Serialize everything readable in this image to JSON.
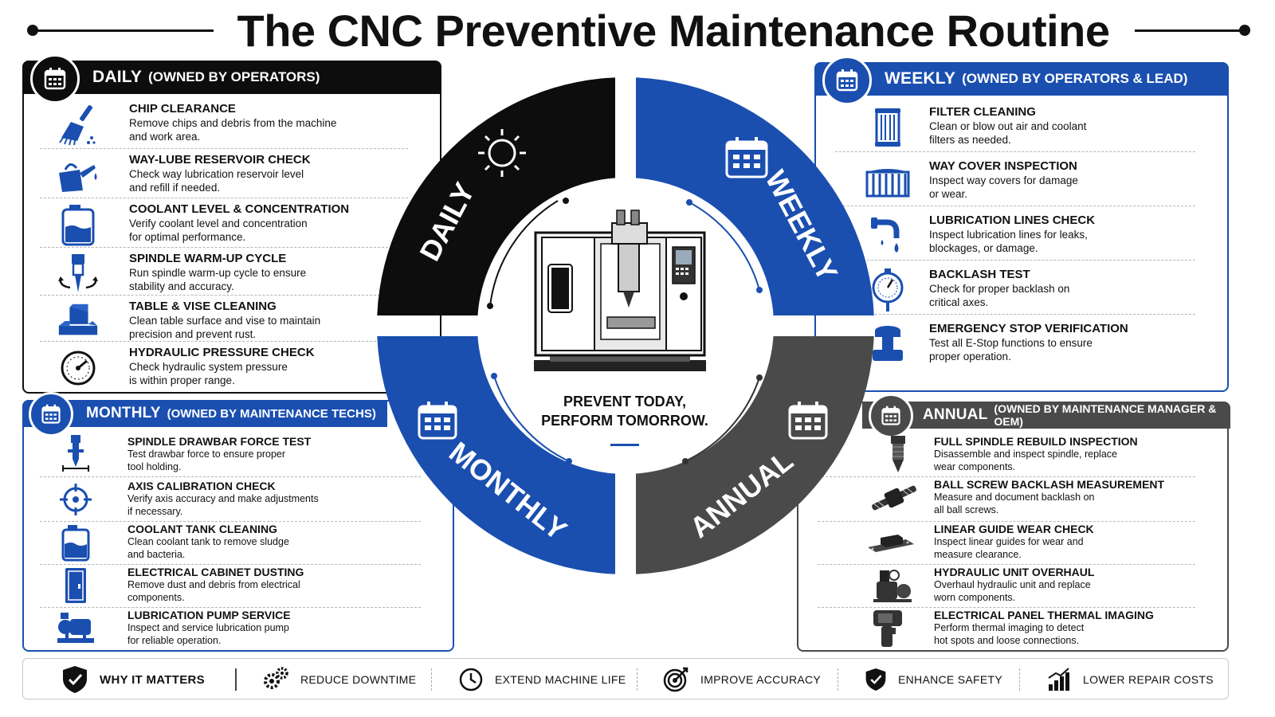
{
  "title": "The CNC Preventive Maintenance Routine",
  "center": {
    "slogan_line1": "PREVENT TODAY,",
    "slogan_line2": "PERFORM TOMORROW.",
    "segments": [
      "DAILY",
      "WEEKLY",
      "MONTHLY",
      "ANNUAL"
    ]
  },
  "colors": {
    "black": "#0d0d0d",
    "blue": "#1a4fb0",
    "gray": "#4a4a4a"
  },
  "daily": {
    "label": "DAILY",
    "owner": "(OWNED BY OPERATORS)",
    "icon": "calendar-icon",
    "items": [
      {
        "title": "CHIP CLEARANCE",
        "line1": "Remove chips and debris from the machine",
        "line2": "and work area.",
        "icon": "brush-icon"
      },
      {
        "title": "WAY-LUBE RESERVOIR CHECK",
        "line1": "Check way lubrication reservoir level",
        "line2": "and refill if needed.",
        "icon": "oil-can-icon"
      },
      {
        "title": "COOLANT LEVEL & CONCENTRATION",
        "line1": "Verify coolant level and concentration",
        "line2": "for optimal performance.",
        "icon": "coolant-jug-icon"
      },
      {
        "title": "SPINDLE WARM-UP CYCLE",
        "line1": "Run spindle warm-up cycle to ensure",
        "line2": "stability and accuracy.",
        "icon": "spindle-icon"
      },
      {
        "title": "TABLE & VISE CLEANING",
        "line1": "Clean table surface and vise to maintain",
        "line2": "precision and prevent rust.",
        "icon": "vise-icon"
      },
      {
        "title": "HYDRAULIC PRESSURE CHECK",
        "line1": "Check hydraulic system pressure",
        "line2": "is within proper range.",
        "icon": "gauge-icon"
      }
    ]
  },
  "weekly": {
    "label": "WEEKLY",
    "owner": "(OWNED BY OPERATORS & LEAD)",
    "icon": "calendar-icon",
    "items": [
      {
        "title": "FILTER CLEANING",
        "line1": "Clean or blow out air and coolant",
        "line2": "filters as needed.",
        "icon": "filter-icon"
      },
      {
        "title": "WAY COVER INSPECTION",
        "line1": "Inspect way covers for damage",
        "line2": "or wear.",
        "icon": "way-cover-icon"
      },
      {
        "title": "LUBRICATION LINES CHECK",
        "line1": "Inspect lubrication lines for leaks,",
        "line2": "blockages, or damage.",
        "icon": "lube-line-icon"
      },
      {
        "title": "BACKLASH TEST",
        "line1": "Check for proper backlash on",
        "line2": "critical axes.",
        "icon": "dial-indicator-icon"
      },
      {
        "title": "EMERGENCY STOP VERIFICATION",
        "line1": "Test all E-Stop functions to ensure",
        "line2": "proper operation.",
        "icon": "e-stop-icon"
      }
    ]
  },
  "monthly": {
    "label": "MONTHLY",
    "owner": "(OWNED BY MAINTENANCE TECHS)",
    "icon": "calendar-icon",
    "items": [
      {
        "title": "SPINDLE DRAWBAR FORCE TEST",
        "line1": "Test drawbar force to ensure proper",
        "line2": "tool holding.",
        "icon": "drawbar-icon"
      },
      {
        "title": "AXIS CALIBRATION CHECK",
        "line1": "Verify axis accuracy and make adjustments",
        "line2": "if necessary.",
        "icon": "crosshair-icon"
      },
      {
        "title": "COOLANT TANK CLEANING",
        "line1": "Clean coolant tank to remove sludge",
        "line2": "and bacteria.",
        "icon": "coolant-tank-icon"
      },
      {
        "title": "ELECTRICAL CABINET DUSTING",
        "line1": "Remove dust and debris from electrical",
        "line2": "components.",
        "icon": "cabinet-icon"
      },
      {
        "title": "LUBRICATION PUMP SERVICE",
        "line1": "Inspect and service lubrication pump",
        "line2": "for reliable operation.",
        "icon": "pump-icon"
      }
    ]
  },
  "annual": {
    "label": "ANNUAL",
    "owner": "(OWNED BY MAINTENANCE MANAGER & OEM)",
    "icon": "calendar-icon",
    "items": [
      {
        "title": "FULL SPINDLE REBUILD INSPECTION",
        "line1": "Disassemble and inspect spindle, replace",
        "line2": "wear components.",
        "icon": "spindle-rebuild-icon"
      },
      {
        "title": "BALL SCREW BACKLASH MEASUREMENT",
        "line1": "Measure and document backlash on",
        "line2": "all ball screws.",
        "icon": "ball-screw-icon"
      },
      {
        "title": "LINEAR GUIDE WEAR CHECK",
        "line1": "Inspect linear guides for wear and",
        "line2": "measure clearance.",
        "icon": "linear-guide-icon"
      },
      {
        "title": "HYDRAULIC UNIT OVERHAUL",
        "line1": "Overhaul hydraulic unit and replace",
        "line2": "worn components.",
        "icon": "hydraulic-unit-icon"
      },
      {
        "title": "ELECTRICAL PANEL THERMAL IMAGING",
        "line1": "Perform thermal imaging to detect",
        "line2": "hot spots and loose connections.",
        "icon": "thermal-camera-icon"
      }
    ]
  },
  "footer": [
    {
      "label": "WHY IT MATTERS",
      "icon": "shield-check-icon"
    },
    {
      "label": "REDUCE DOWNTIME",
      "icon": "gears-icon"
    },
    {
      "label": "EXTEND MACHINE LIFE",
      "icon": "clock-icon"
    },
    {
      "label": "IMPROVE ACCURACY",
      "icon": "target-icon"
    },
    {
      "label": "ENHANCE SAFETY",
      "icon": "shield-check-icon"
    },
    {
      "label": "LOWER REPAIR COSTS",
      "icon": "bar-chart-icon"
    }
  ]
}
